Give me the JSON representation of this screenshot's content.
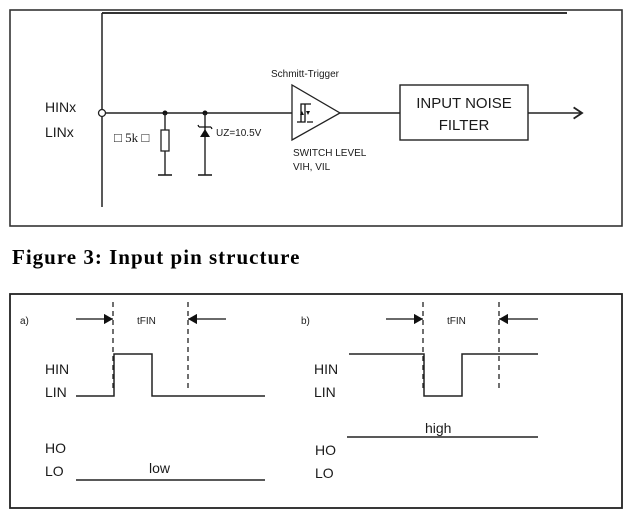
{
  "figure_top": {
    "inputs": [
      "HINx",
      "LINx"
    ],
    "resistor_label": "□ 5k □",
    "zener_label": "UZ=10.5V",
    "schmitt_label": "Schmitt-Trigger",
    "switch_level_label": "SWITCH LEVEL",
    "switch_level_values": "VIH, VIL",
    "filter_label_line1": "INPUT NOISE",
    "filter_label_line2": "FILTER"
  },
  "caption": "Figure 3: Input pin structure",
  "figure_bottom": {
    "panel_a": {
      "tag": "a)",
      "interval_label": "tFIN",
      "input_labels": [
        "HIN",
        "LIN"
      ],
      "output_labels": [
        "HO",
        "LO"
      ],
      "output_state": "low"
    },
    "panel_b": {
      "tag": "b)",
      "interval_label": "tFIN",
      "input_labels": [
        "HIN",
        "LIN"
      ],
      "output_labels": [
        "HO",
        "LO"
      ],
      "output_state": "high"
    }
  }
}
